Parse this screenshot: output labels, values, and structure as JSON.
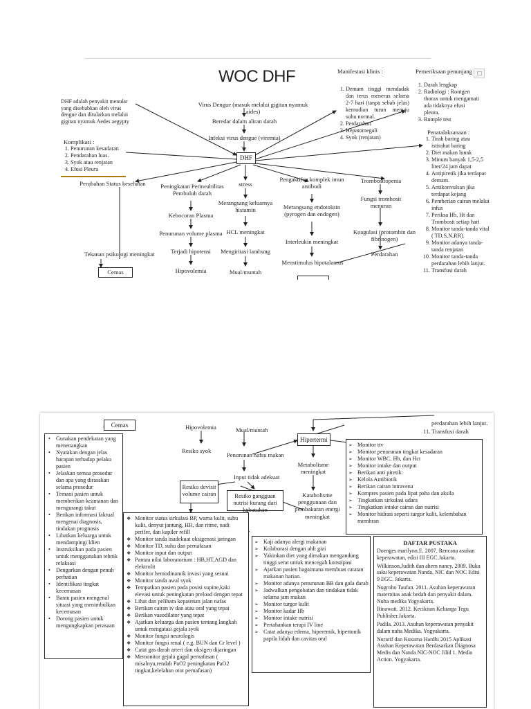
{
  "page1": {
    "title": "WOC DHF",
    "definition": "DHF adalah penyakit menular yang disebabkan oleh virus dengue dan ditularkan melalui gigitan nyamuk Aedes aegypty",
    "complications_title": "Komplikasi :",
    "complications": [
      "Penurunan kesadaran",
      "Pendarahan luas.",
      "Syok atau renjatan",
      "Efusi Pleura"
    ],
    "manifest_title": "Manifestasi klinis :",
    "manifest": [
      "Demam tinggi mendadak dan terus menerus selama 2-7 hari (tanpa sebab jelas) kemudian turun menuju suhu normal.",
      "Perdarahan",
      "Hepatomegali",
      "Syok (renjatan)"
    ],
    "exam_title": "Pemeriksaan penunjang :",
    "exam": [
      "Darah lengkap",
      "Radiologi : Rontgen thorax untuk mengamati ada tidaknya efusi pleura.",
      "Rumple test"
    ],
    "mgmt_title": "Penatalaksanaan :",
    "mgmt": [
      "Tirah baring atau istirahat baring",
      "Diet makan lunak",
      "Minum banyak 1,5-2,5 liter/24 jam dapat",
      "Antipiretik jika terdapat demam.",
      "Antikonvulsan jika terdapat kejang",
      "Pemberian cairan melalui infus",
      "Periksa Hb, Ht dan Trombosit setiap hari",
      "Monitor tanda-tanda vital ( TD,S,N,RR).",
      "Monitor adanya tanda-tanda renjatan",
      "Monitor tanda-tanda perdarahan lebih lanjut.",
      "Transfusi darah"
    ],
    "flow": {
      "virus": "Virus Dengue (masuk melalui gigitan nyamuk aides)",
      "blood": "Beredar dalam aliran darah",
      "infection": "Infeksi virus dengue (viremia)",
      "dhf": "DHF",
      "status": "Perubahan Status kesehatan",
      "permeab": "Peningkatan Permeabilitas Pembuluh darah",
      "stress": "stress",
      "immune": "Pengaktifan komplek imun antibodi",
      "trombo": "Trombositopenia",
      "leakage": "Kebocoran Plasma",
      "volume": "Penurunan volume plasma",
      "hipotensi": "Terjadi hipotensi",
      "hipovolemia": "Hipovolemia",
      "histamin": "Merangsang keluarnya histamin",
      "hcl": "HCL meningkat",
      "iritasi": "Mengiritasi lambung",
      "mual": "Mual/muntah",
      "endotoksin": "Merangsang endotoksin (pyrogen dan endogen)",
      "leukin": "Interleukin meningkat",
      "hipotalamus": "Menstimulus hipotalamus",
      "fungsi": "Fungsi trombosit menurun",
      "koagulasi": "Koagulasi (protombin dan fibrinogen)",
      "perdarahan": "Perdarahan",
      "cemas_chain": "Tekanan psikologi meningkat",
      "cemas": "Cemas"
    }
  },
  "page2": {
    "cemas": "Cemas",
    "cemas_items": [
      "Gunakan pendekatan yang menenangkan",
      "Nyatakan dengan jelas harapan terhadap pelaku pasien",
      "Jelaskan semua prosedur dan apa yang dirasakan selama prosedur",
      "Temani pasien untuk memberikan keamanan dan mengurangi takut",
      "Berikan informasi faktual mengenai diagnosis, tindakan prognosis",
      "Libatkan keluarga untuk mendampingi klien",
      "Instruksikan pada pasien untuk menggunakan tehnik relaksasi",
      "Dengarkan dengan penuh perhatian",
      "Identifikasi tingkat kecemasan",
      "Bantu pasien mengenal situasi yang menimbulkan kecemasan",
      "Dorong pasien untuk mengungkapkan perasaan"
    ],
    "hipovolemia": "Hipovolemia",
    "resiko_syok": "Resiko syok",
    "mual": "Mual/muntah",
    "nafsu": "Penurunan nafsu makan",
    "intake": "Input tidak adekuat",
    "hipertermi": "Hipertermi",
    "metabolisme": "Metabolisme meningkat",
    "katabolisme": "Katabolisme penggunaan dan pembakaran energi meningkat",
    "defisit": "Resiko devisit volume cairan",
    "nutrisi": "Resiko gangguan nutrisi kurang dari kebutuhan",
    "cont_a": "perdarahan lebih lanjut.",
    "cont_b": "11. Transfusi darah",
    "hyper_items": [
      "Monitor ttv",
      "Monitor penurunan tingkat kesadaran",
      "Monitor WBC, Hb, dan Hct",
      "Monitor intake dan output",
      "Berikan anti piretik:",
      "Kelola Antibiotik",
      "Berikan cairan intravena",
      "Kompres pasien pada lipat paha dan aksila",
      "Tingkatkan sirkulasi udara",
      "Tingkatkan intake cairan dan nutrisi",
      "Monitor hidrasi seperti turgor kulit, kelembaban membran"
    ],
    "fluid_items": [
      "Monitor status sirkulasi BP, warna kulit, suhu kulit, denyut jantung, HR, dan ritme, nadi perifer, dan kapiler refill",
      "Monitor tanda inadekuat oksigenasi jaringan",
      "Monitor TD, suhu dan pernafasan",
      "Monitor input dan output",
      "Pantau nilai laboratorium : HB,HT,AGD dan elektrolit",
      "Monitor hemodinamik invasi yang sesuai",
      "Monitor tanda awal syok",
      "Tempatkan pasien pada posisi supine,kaki elevasi untuk peningkatan preload dengan tepat",
      "Lihat dan pelihara kepatenan jalan nafas",
      "Berikan cairan iv dan atau oral yang tepat",
      "Berikan vasodilator yang tepat",
      "Ajarkan keluarga dan pasien tentang langkah untuk mengatasi gejala syok",
      "Monitor fungsi neurologis",
      "Monitor fungsi renal ( e.g. BUN dan Cr level )",
      "Catat gas darah arteri dan oksigen dijaringan",
      "Memonitor gejala gagal pernafasan ( misalnya,rendah PaO2 peningkatan PaO2 tingkat,kelelahan otot pernafasan)"
    ],
    "nutri_items": [
      "Kaji adanya alergi makanan",
      "Kolaborasi dengan ahli gizi",
      "Yakinkan diet yang dimakan mengandung tinggi serat untuk mencegah konstipasi",
      "Ajarkan pasien bagaimana membuat catatan makanan harian.",
      "Monitor adanya penurunan BB dan gula darah",
      "Jadwalkan pengobatan dan tindakan tidak selama jam makan",
      "Monitor turgor kulit",
      "Monitor kadar Hb",
      "Monitor intake nutrisi",
      "Pertahankan terapi IV line",
      "Catat adanya edema, hiperemik, hipertonik papila lidah dan cavitas oral"
    ],
    "ref_title": "DAFTAR PUSTAKA",
    "refs": [
      "Doenges marilynn.E. 2007. Rencana asuhan keperawatan, edisi III EGC.Jakarta.",
      "Wilkinson,Judith dan ahern nancy. 2009. Buku saku keperawatan Nanda, NIC dan NOC Edisi 9 EGC. Jakarta.",
      "Nugroho Taufan. 2011. Asuhan keperawatan maternitas anak bedah dan penyakit dalam. Nuha medika Yogyakarta.",
      "Rinawati. 2012. Kecikitan Keluarga Tegu Publisher.Jakarta.",
      "Padila. 2013. Asuhan keperawatan penyakit dalam nuha Medika. Yogyakarta.",
      "Nurarif dan Kusuma Hardhi 2015 Aplikasi Asuhan Keperawatan Berdasarkan Diagnosa Medis dan Nanda NIC-NOC Jilid 1. Media Action. Yogyakarta."
    ]
  }
}
